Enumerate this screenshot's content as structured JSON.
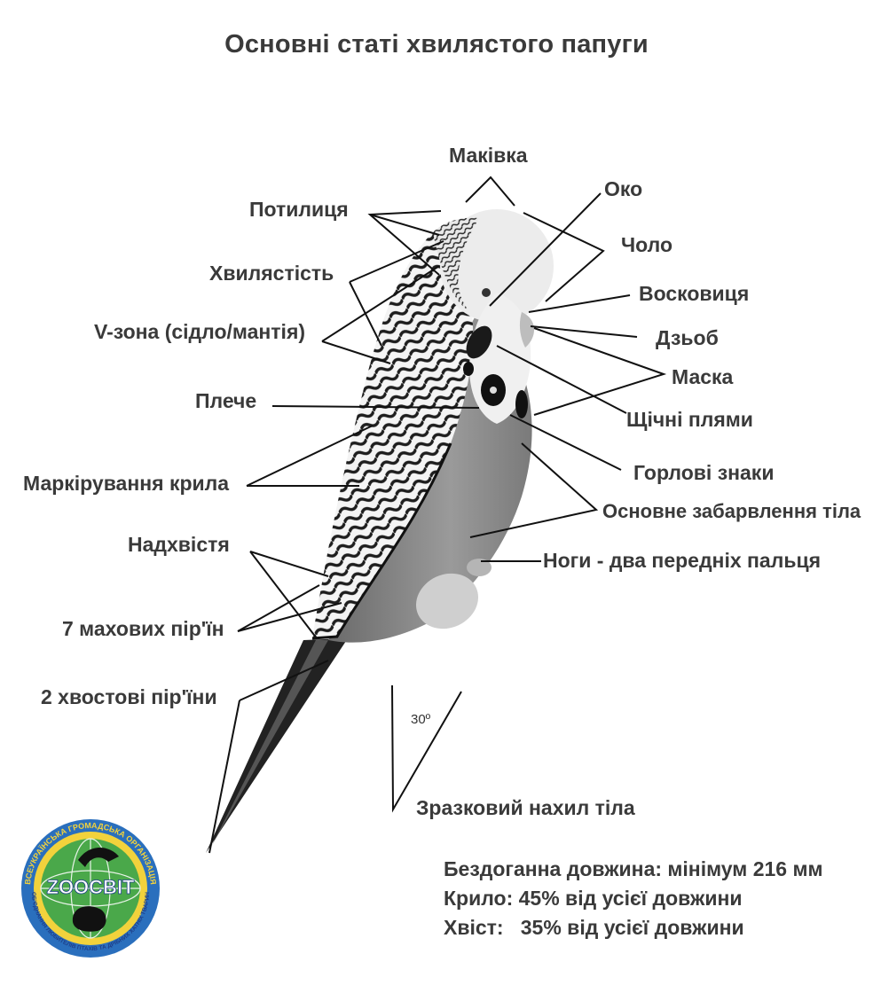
{
  "title": "Основні статі хвилястого папуги",
  "labels": {
    "makivka": "Маківка",
    "potylytsia": "Потилиця",
    "oko": "Око",
    "cholo": "Чоло",
    "khvyliastist": "Хвилястість",
    "voskovytsia": "Восковиця",
    "v_zona": "V-зона (сідло/мантія)",
    "dzob": "Дзьоб",
    "maska": "Маска",
    "pleche": "Плече",
    "shchichni": "Щічні плями",
    "horlovi": "Горлові знаки",
    "markuvannia": "Маркірування крила",
    "osnovne": "Основне забарвлення тіла",
    "nadkhvistia": "Надхвістя",
    "nohy": "Ноги - два передніх пальця",
    "makhovi": "7 махових пір'їн",
    "khvostovi": "2 хвостові пір'їни",
    "nakhyl": "Зразковий нахил тіла"
  },
  "angle": "30º",
  "stats": {
    "line1": "Бездоганна довжина: мінімум 216 мм",
    "line2": "Крило: 45% від усієї довжини",
    "line3": "Хвіст:   35% від усієї довжини"
  },
  "logo": {
    "ring_text": "ВСЕУКРАЇНСЬКА ГРОМАДСЬКА ОРГАНІЗАЦІЯ",
    "name": "ZOOСВІТ",
    "bottom_text": "ОБ'ЄДНАННЯ ЛЮБИТЕЛІВ ПТАХІВ ТА ДРІБНИХ ХАТНІХ ТВАРИН",
    "colors": {
      "ring": "#2a6fbd",
      "inner": "#f2d23c",
      "globe": "#4aa84a",
      "text": "#1d3f8a"
    }
  }
}
